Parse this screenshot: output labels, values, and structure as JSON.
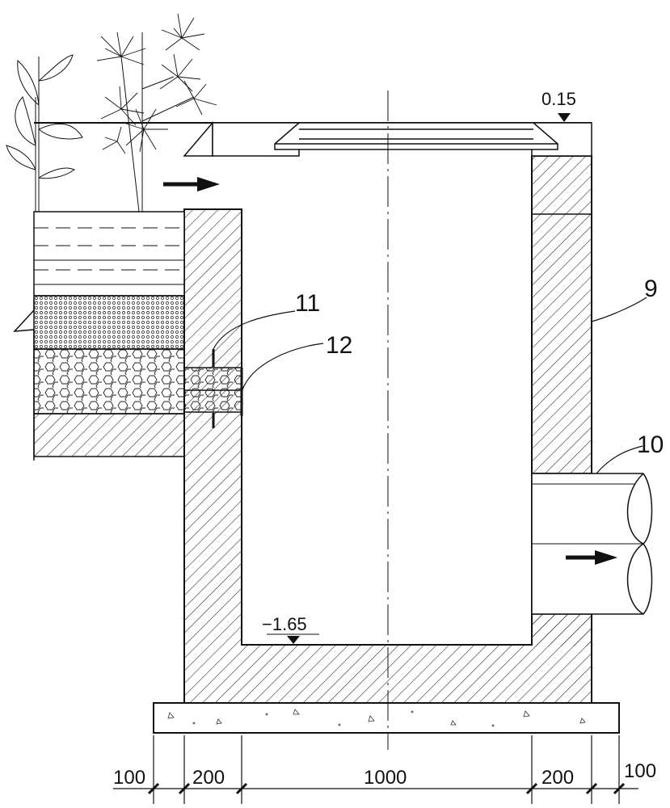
{
  "elevations": {
    "top": "0.15",
    "bottom": "−1.65"
  },
  "callouts": {
    "c9": "9",
    "c10": "10",
    "c11": "11",
    "c12": "12"
  },
  "dimensions": [
    "100",
    "200",
    "1000",
    "200",
    "100"
  ],
  "colors": {
    "line": "#111111",
    "hatch": "#222222",
    "background": "#ffffff"
  },
  "icons": {
    "flow_in": "arrow-right-icon",
    "flow_out": "arrow-right-icon",
    "elevation_marker": "triangle-down-icon",
    "plants": "plant-icon"
  }
}
